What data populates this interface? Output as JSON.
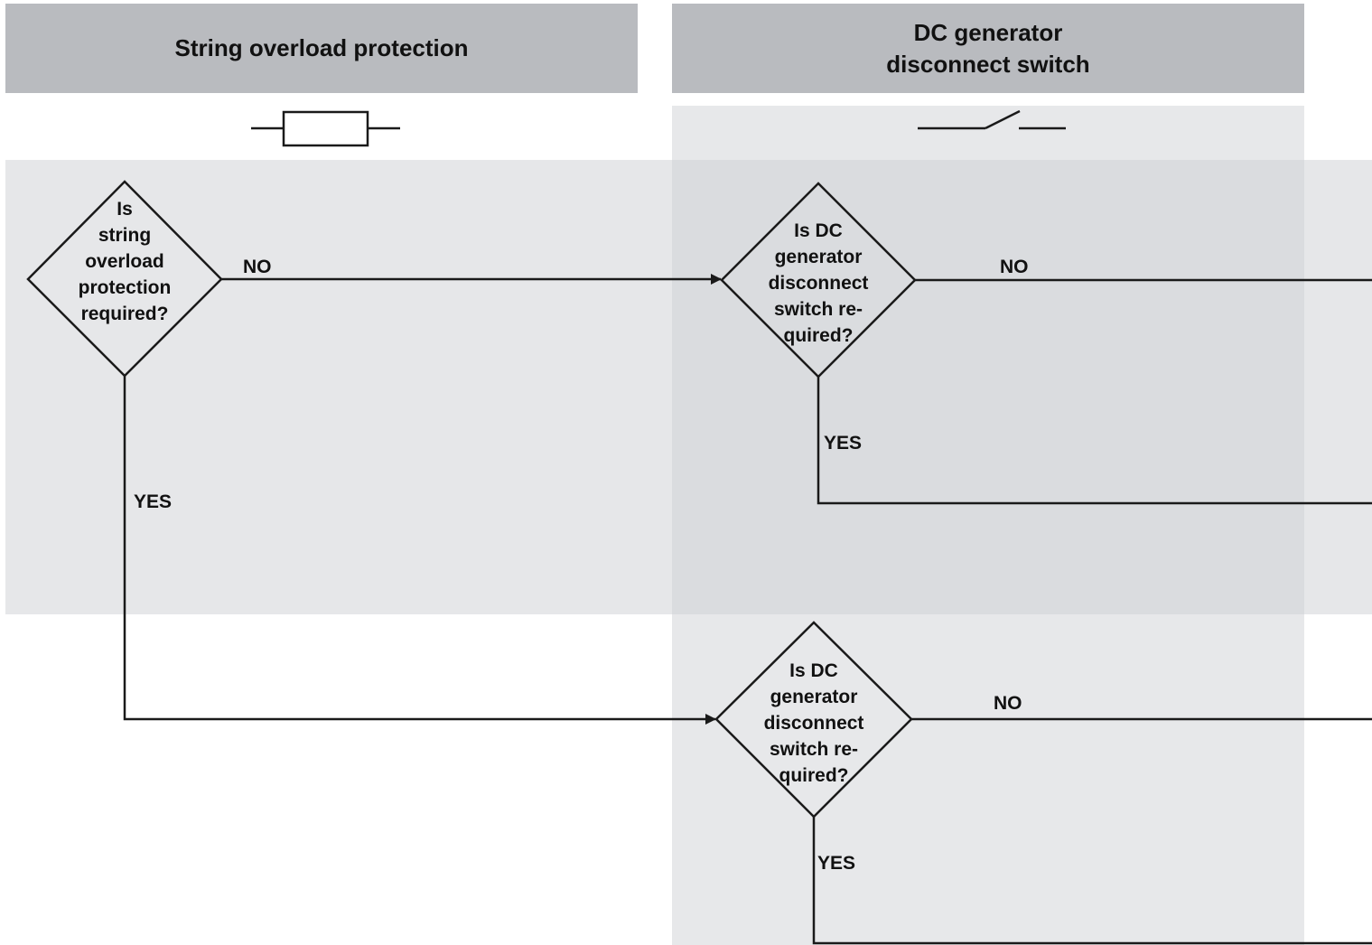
{
  "columns": {
    "left": {
      "title": "String overload protection"
    },
    "right": {
      "title": "DC generator\ndisconnect switch"
    }
  },
  "symbols": {
    "left": "fuse-symbol",
    "right": "switch-symbol"
  },
  "decisions": {
    "string_overload": "Is\nstring\noverload\nprotection\nrequired?",
    "dc_switch_upper": "Is DC\ngenerator\ndisconnect\nswitch re-\nquired?",
    "dc_switch_lower": "Is DC\ngenerator\ndisconnect\nswitch re-\nquired?"
  },
  "labels": {
    "no_1": "NO",
    "yes_1": "YES",
    "no_2": "NO",
    "yes_2": "YES",
    "no_3": "NO",
    "yes_3": "YES"
  },
  "colors": {
    "header": "#b9bbbf",
    "band": "#e7e8ea",
    "line": "#1a1a1a"
  }
}
